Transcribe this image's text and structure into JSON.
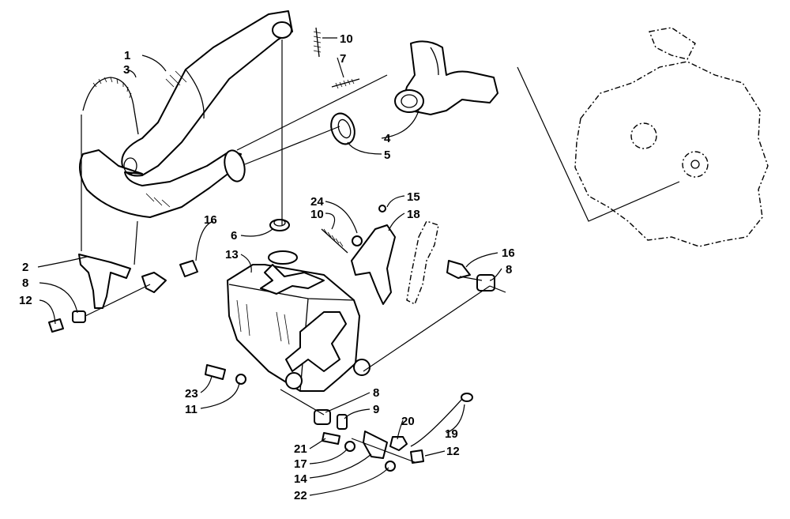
{
  "callouts": {
    "c1": "1",
    "c2": "2",
    "c3": "3",
    "c4": "4",
    "c5": "5",
    "c6": "6",
    "c7": "7",
    "c8a": "8",
    "c8b": "8",
    "c8c": "8",
    "c9": "9",
    "c10a": "10",
    "c10b": "10",
    "c11": "11",
    "c12a": "12",
    "c12b": "12",
    "c13": "13",
    "c14": "14",
    "c15": "15",
    "c16a": "16",
    "c16b": "16",
    "c17": "17",
    "c18": "18",
    "c19": "19",
    "c20": "20",
    "c21": "21",
    "c22": "22",
    "c23": "23",
    "c24": "24"
  },
  "colors": {
    "line": "#000000",
    "background": "#ffffff"
  }
}
